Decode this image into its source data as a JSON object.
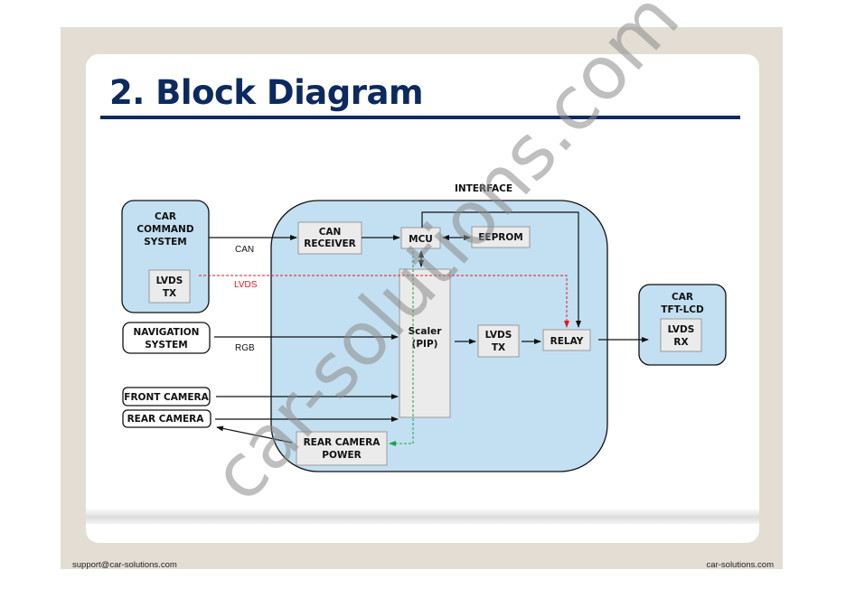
{
  "slide": {
    "title": "2. Block Diagram",
    "footer_left": "support@car-solutions.com",
    "footer_right": "car-solutions.com",
    "watermark": "car-solutions.com"
  },
  "colors": {
    "title": "#0d2a5e",
    "container_fill": "#c3e0f2",
    "block_fill": "#ebebeb",
    "lvds_signal": "#e8131f",
    "power_signal": "#1aa34a",
    "frame": "#e3ddd4"
  },
  "diagram": {
    "interface_label": "INTERFACE",
    "nodes": {
      "car_command": {
        "line1": "CAR",
        "line2": "COMMAND",
        "line3": "SYSTEM"
      },
      "car_command_lvds_tx": {
        "line1": "LVDS",
        "line2": "TX"
      },
      "navigation": {
        "line1": "NAVIGATION",
        "line2": "SYSTEM"
      },
      "front_camera": {
        "label": "FRONT CAMERA"
      },
      "rear_camera": {
        "label": "REAR CAMERA"
      },
      "can_receiver": {
        "line1": "CAN",
        "line2": "RECEIVER"
      },
      "mcu": {
        "label": "MCU"
      },
      "eeprom": {
        "label": "EEPROM"
      },
      "scaler": {
        "line1": "Scaler",
        "line2": "(PIP)"
      },
      "lvds_tx": {
        "line1": "LVDS",
        "line2": "TX"
      },
      "relay": {
        "label": "RELAY"
      },
      "rear_camera_power": {
        "line1": "REAR CAMERA",
        "line2": "POWER"
      },
      "car_tft_lcd": {
        "line1": "CAR",
        "line2": "TFT-LCD"
      },
      "lvds_rx": {
        "line1": "LVDS",
        "line2": "RX"
      }
    },
    "signals": {
      "can": "CAN",
      "lvds": "LVDS",
      "rgb": "RGB"
    },
    "edges": [
      {
        "from": "car_command",
        "to": "can_receiver",
        "label": "CAN",
        "style": "solid"
      },
      {
        "from": "car_command_lvds_tx",
        "to": "relay",
        "label": "LVDS",
        "style": "dashed-red"
      },
      {
        "from": "navigation",
        "to": "scaler",
        "label": "RGB",
        "style": "solid"
      },
      {
        "from": "front_camera",
        "to": "scaler",
        "style": "solid"
      },
      {
        "from": "rear_camera",
        "to": "scaler",
        "style": "solid"
      },
      {
        "from": "rear_camera_power",
        "to": "rear_camera",
        "style": "solid"
      },
      {
        "from": "can_receiver",
        "to": "mcu",
        "style": "solid"
      },
      {
        "from": "mcu",
        "to": "eeprom",
        "style": "bidirectional"
      },
      {
        "from": "mcu",
        "to": "scaler",
        "style": "bidirectional"
      },
      {
        "from": "mcu",
        "to": "relay",
        "style": "solid"
      },
      {
        "from": "mcu",
        "to": "rear_camera_power",
        "style": "dashed-green"
      },
      {
        "from": "scaler",
        "to": "lvds_tx",
        "style": "solid"
      },
      {
        "from": "lvds_tx",
        "to": "relay",
        "style": "solid"
      },
      {
        "from": "relay",
        "to": "car_tft_lcd",
        "style": "solid"
      }
    ]
  }
}
